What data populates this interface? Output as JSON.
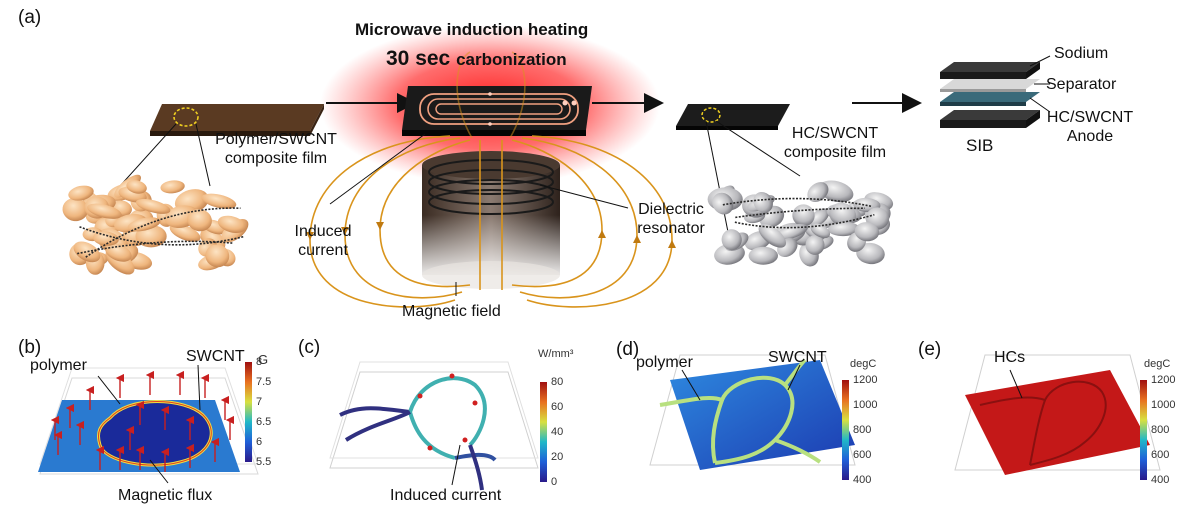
{
  "panels": {
    "a": "(a)",
    "b": "(b)",
    "c": "(c)",
    "d": "(d)",
    "e": "(e)"
  },
  "title": {
    "line1": "Microwave induction heating",
    "line2_bold": "30 sec",
    "line2_rest": "carbonization"
  },
  "labels": {
    "polymer_film_1": "Polymer/SWCNT",
    "polymer_film_2": "composite film",
    "induced_current_1": "Induced",
    "induced_current_2": "current",
    "dielectric_1": "Dielectric",
    "dielectric_2": "resonator",
    "magnetic_field": "Magnetic field",
    "hc_film_1": "HC/SWCNT",
    "hc_film_2": "composite film",
    "sib": "SIB",
    "sodium": "Sodium",
    "separator": "Separator",
    "anode_1": "HC/SWCNT",
    "anode_2": "Anode"
  },
  "panel_b": {
    "polymer": "polymer",
    "swcnt": "SWCNT",
    "unit": "G",
    "ticks": [
      "8",
      "7.5",
      "7",
      "6.5",
      "6",
      "5.5"
    ],
    "flux": "Magnetic flux"
  },
  "panel_c": {
    "unit": "W/mm³",
    "ticks": [
      "80",
      "60",
      "40",
      "20",
      "0"
    ],
    "current": "Induced current"
  },
  "panel_d": {
    "polymer": "polymer",
    "swcnt": "SWCNT",
    "unit": "degC",
    "ticks": [
      "1200",
      "1000",
      "800",
      "600",
      "400"
    ]
  },
  "panel_e": {
    "hcs": "HCs",
    "unit": "degC",
    "ticks": [
      "1200",
      "1000",
      "800",
      "600",
      "400"
    ]
  },
  "colors": {
    "film_brown": "#5a3a22",
    "film_dark": "#1c1c1c",
    "glow_red": "#ff2020",
    "field_orange": "#d9941c",
    "coil_copper": "#f0a080",
    "jet_blue": "#2a5fc0",
    "hot_red": "#c41818",
    "bead": "#f2c08a"
  }
}
